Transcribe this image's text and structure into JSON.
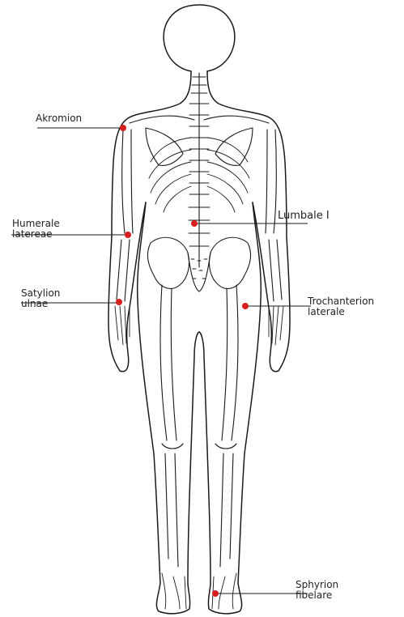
{
  "figure": {
    "marker_color": "#d81f1f",
    "line_color": "#1a1a1a",
    "landmarks": [
      {
        "id": "akromion",
        "lines": [
          "Akromion"
        ]
      },
      {
        "id": "humerale",
        "lines": [
          "Humerale",
          "latereae"
        ]
      },
      {
        "id": "satylion",
        "lines": [
          "Satylion",
          "ulnae"
        ]
      },
      {
        "id": "lumbale",
        "lines": [
          "Lumbale I"
        ]
      },
      {
        "id": "trochanterion",
        "lines": [
          "Trochanterion",
          "laterale"
        ]
      },
      {
        "id": "sphyrion",
        "lines": [
          "Sphyrion",
          "fibelare"
        ]
      }
    ]
  }
}
